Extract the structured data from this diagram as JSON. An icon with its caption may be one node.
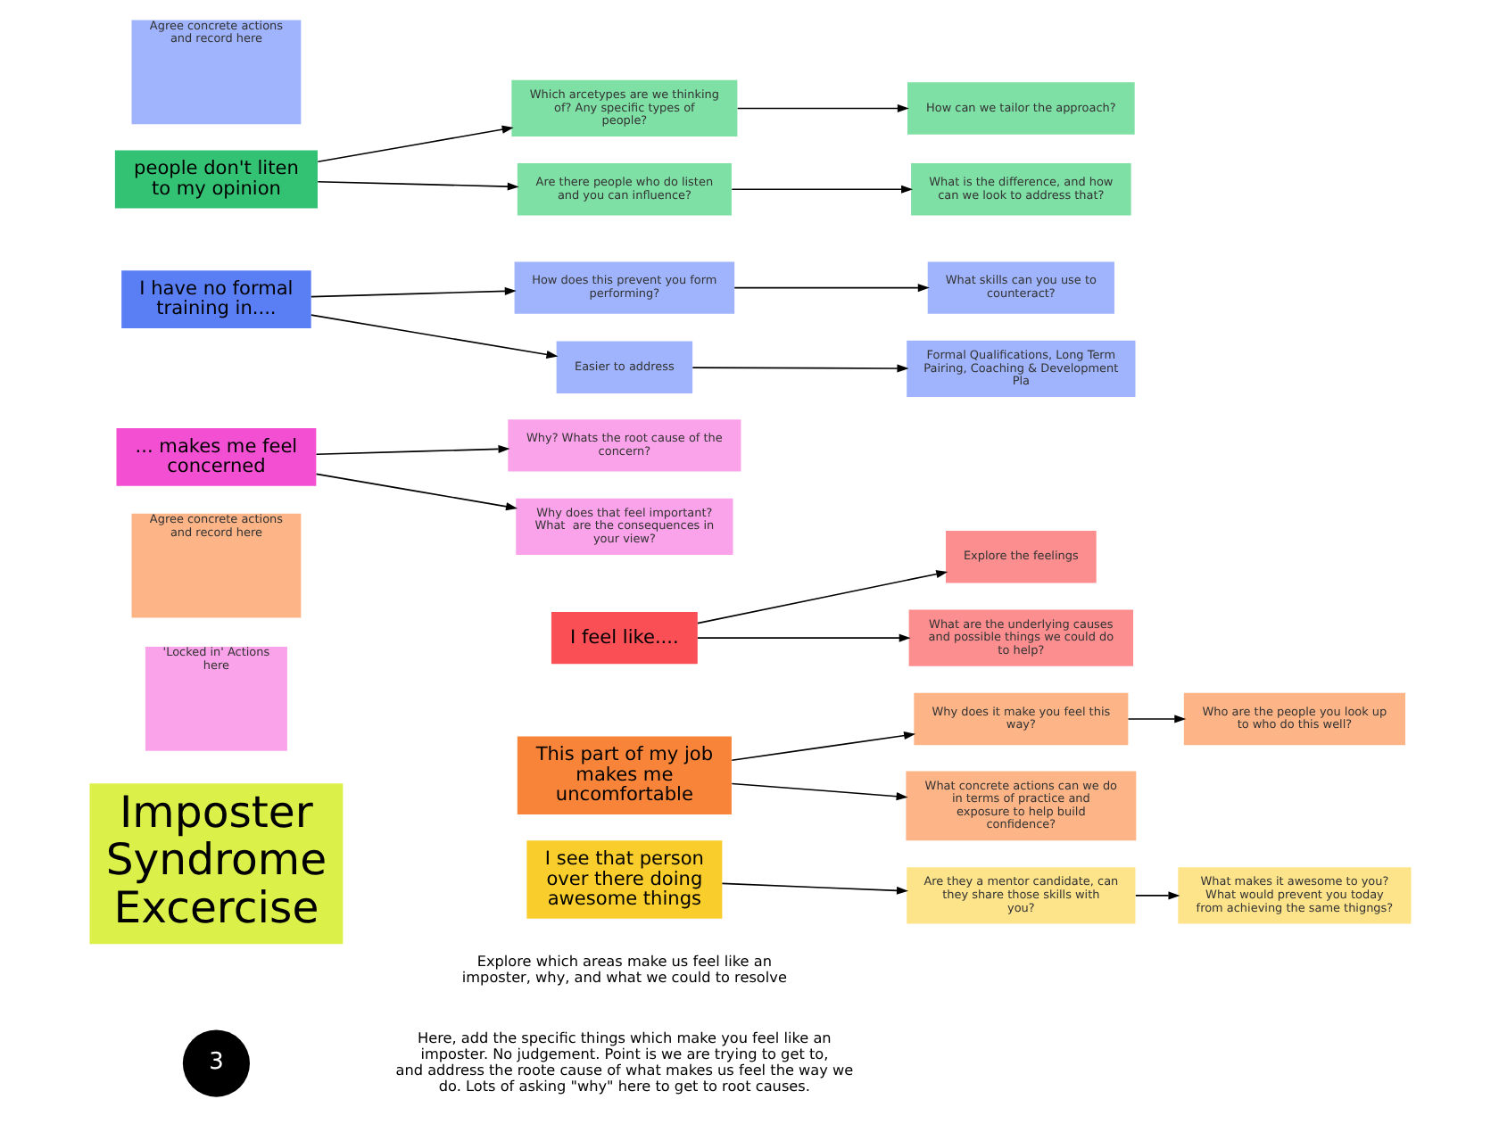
{
  "diagram": {
    "nodes": [
      {
        "text": [
          "3"
        ]
      },
      {
        "text": [
          "Explore the feelings"
        ]
      },
      {
        "text": [
          "I feel like...."
        ]
      },
      {
        "text": [
          "What are the underlying causes and possible things we could do to help?"
        ]
      },
      {
        "text": [
          "'Locked in' Actions here"
        ]
      },
      {
        "text": [
          "Why does it make you feel this way?"
        ]
      },
      {
        "text": [
          "Who are the people you look up to who do this well?"
        ]
      },
      {
        "text": [
          "This part of my job makes me uncomfortable"
        ]
      },
      {
        "text": [
          "What concrete actions can we do in terms of practice and exposure to help build confidence?"
        ]
      },
      {
        "text": [
          "Agree concrete actions and record here"
        ]
      },
      {
        "text": [
          "Imposter Syndrome Excercise"
        ]
      },
      {
        "text": [
          "What makes it awesome to you? What would prevent you today from achieving the same thigngs?"
        ]
      },
      {
        "text": [
          "... makes me feel concerned"
        ]
      },
      {
        "text": [
          "Why? Whats the root cause of the concern?"
        ]
      },
      {
        "text": [
          "I see that person over there doing awesome things"
        ]
      },
      {
        "text": [
          "Are they a mentor candidate, can they share those skills with you?"
        ]
      },
      {
        "text": [
          "Why does that feel important? What  are the consequences in your view?"
        ]
      },
      {
        "text": [
          "What skills can you use to counteract?"
        ]
      },
      {
        "text": [
          "How can we tailor the approach?"
        ]
      },
      {
        "text": [
          "Which arcetypes are we thinking of? Any specific types of people?"
        ]
      },
      {
        "text": [
          "people don't liten to my opinion"
        ]
      },
      {
        "text": [
          "I have no formal training in...."
        ]
      },
      {
        "text": [
          "How does this prevent you form performing?"
        ]
      },
      {
        "text": [
          "What is the difference, and how can we look to address that?"
        ]
      },
      {
        "text": [
          "Are there people who do listen and you can influence?"
        ]
      },
      {
        "text": [
          "Easier to address"
        ]
      },
      {
        "text": [
          "Formal Qualifications, Long Term Pairing, Coaching & Development Pla"
        ]
      },
      {
        "text": [
          "Agree concrete actions and record here"
        ]
      }
    ],
    "edges": [
      {
        "from": 2,
        "to": 1,
        "arrow": "to"
      },
      {
        "from": 2,
        "to": 3,
        "arrow": "to"
      },
      {
        "from": 7,
        "to": 5,
        "arrow": "to"
      },
      {
        "from": 5,
        "to": 6,
        "arrow": "to"
      },
      {
        "from": 7,
        "to": 8,
        "arrow": "to"
      },
      {
        "from": 14,
        "to": 15,
        "arrow": "to"
      },
      {
        "from": 15,
        "to": 11,
        "arrow": "to"
      },
      {
        "from": 12,
        "to": 13,
        "arrow": "to"
      },
      {
        "from": 12,
        "to": 16,
        "arrow": "to"
      },
      {
        "from": 20,
        "to": 19,
        "arrow": "to"
      },
      {
        "from": 19,
        "to": 18,
        "arrow": "to"
      },
      {
        "from": 20,
        "to": 24,
        "arrow": "to"
      },
      {
        "from": 24,
        "to": 23,
        "arrow": "to"
      },
      {
        "from": 21,
        "to": 22,
        "arrow": "to"
      },
      {
        "from": 22,
        "to": 17,
        "arrow": "to"
      },
      {
        "from": 21,
        "to": 25,
        "arrow": "to"
      },
      {
        "from": 25,
        "to": 26,
        "arrow": "to"
      }
    ],
    "labels": [
      "Here, add the specific things which make you feel like an imposter. No judgement. Point is we are trying to get to, and address the roote cause of what makes us feel the way we do. Lots of asking \"why\" here to get to root causes.",
      "Explore which areas make us feel like an imposter, why, and what we could to resolve"
    ]
  }
}
